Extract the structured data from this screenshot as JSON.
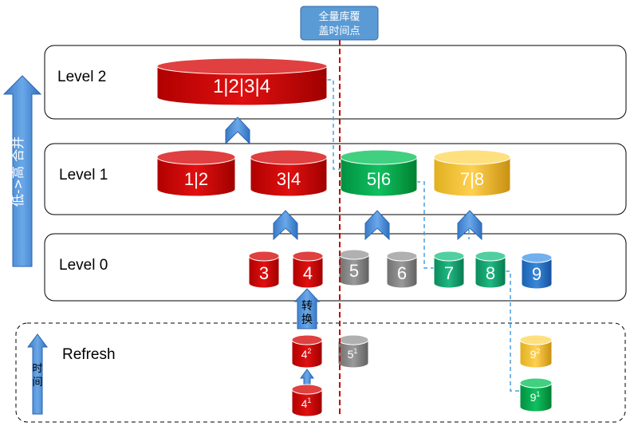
{
  "callout": {
    "line1": "全量库覆",
    "line2": "盖时间点"
  },
  "side_arrow_label": "低->高 合并",
  "time_label": {
    "c1": "时",
    "c2": "间"
  },
  "convert_label": {
    "c1": "转",
    "c2": "换"
  },
  "levels": {
    "level2": "Level 2",
    "level1": "Level 1",
    "level0": "Level 0",
    "refresh": "Refresh"
  },
  "cylinders": {
    "l2_1234": "1|2|3|4",
    "l1_12": "1|2",
    "l1_34": "3|4",
    "l1_56": "5|6",
    "l1_78": "7|8",
    "l0_3": "3",
    "l0_4": "4",
    "l0_5": "5",
    "l0_6": "6",
    "l0_7": "7",
    "l0_8": "8",
    "l0_9": "9",
    "r_4_2": {
      "base": "4",
      "sup": "2"
    },
    "r_5_1": {
      "base": "5",
      "sup": "1"
    },
    "r_4_1": {
      "base": "4",
      "sup": "1"
    },
    "r_9_2": {
      "base": "9",
      "sup": "2"
    },
    "r_9_1": {
      "base": "9",
      "sup": "1"
    }
  },
  "colors": {
    "red": "#c00000",
    "green": "#00b050",
    "yellow": "#f0c030",
    "gray": "#808080",
    "teal": "#10a070",
    "blue": "#1f6fc0",
    "arrow": "#4a8fd6",
    "timeline": "#c00000"
  }
}
